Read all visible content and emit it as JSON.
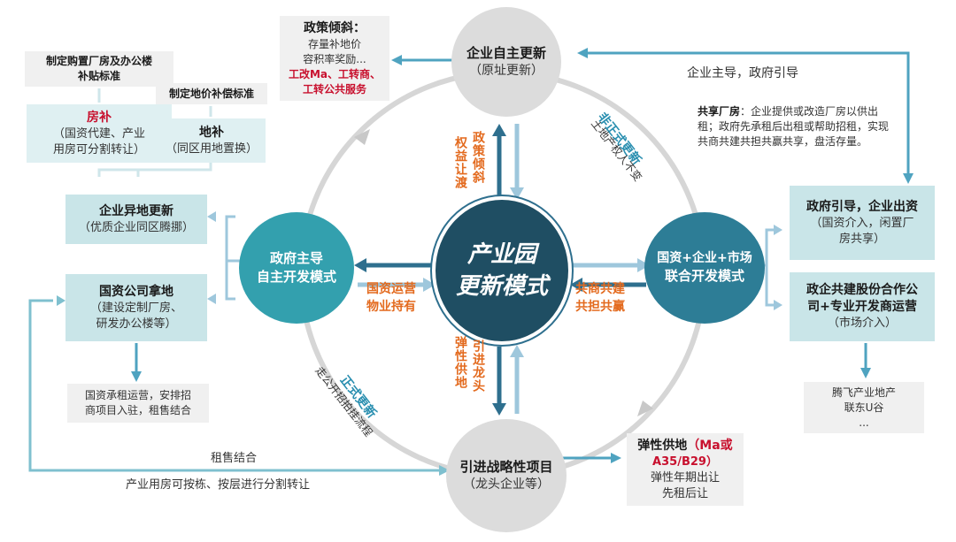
{
  "center": {
    "line1": "产业园",
    "line2": "更新模式"
  },
  "top_node": {
    "title": "企业自主更新",
    "sub": "（原址更新）"
  },
  "left_node": {
    "line1": "政府主导",
    "line2": "自主开发模式"
  },
  "right_node": {
    "line1": "国资+企业+市场",
    "line2": "联合开发模式"
  },
  "bottom_node": {
    "title": "引进战略性项目",
    "sub": "（龙头企业等）"
  },
  "spoke_labels": {
    "top_left": "权益让渡",
    "top_right": "政策倾斜",
    "left_upper": "国资运营",
    "left_lower": "物业持有",
    "right_upper": "共商共建",
    "right_lower": "共担共赢",
    "bottom_left": "弹性供地",
    "bottom_right": "引进龙头"
  },
  "ring_labels": {
    "informal_title": "非正式更新",
    "informal_sub": "土地产权人不变",
    "formal_title": "正式更新",
    "formal_sub": "走公开招拍挂流程"
  },
  "policy_box": {
    "title": "政策倾斜：",
    "line1": "存量补地价",
    "line2": "容积率奖励...",
    "red1": "工改Ma、工转商、",
    "red2": "工转公共服务"
  },
  "top_right_label": "企业主导，政府引导",
  "shared_factory": {
    "bold": "共享厂房",
    "text": "：企业提供或改造厂房以供出租；政府先承租后出租或帮助招租，实现共商共建共担共赢共享，盘活存量。"
  },
  "gov_guide_box": {
    "title": "政府引导，企业出资",
    "sub1": "（国资介入，闲置厂",
    "sub2": "房共享）"
  },
  "joint_box": {
    "title1": "政企共建股份合作公",
    "title2": "司+专业开发商运营",
    "sub": "（市场介入）"
  },
  "tengfei": {
    "line1": "腾飞产业地产",
    "line2": "联东U谷",
    "line3": "..."
  },
  "elastic_box": {
    "red_prefix": "弹性供地",
    "red_suffix": "（Ma或",
    "red2": "A35/B29）",
    "line1": "弹性年期出让",
    "line2": "先租后让"
  },
  "bottom_labels": {
    "line1": "租售结合",
    "line2": "产业用房可按栋、按层进行分割转让"
  },
  "left_top_label1": "制定购置厂房及办公楼",
  "left_top_label2": "补贴标准",
  "left_mid_label": "制定地价补偿标准",
  "fangbu": {
    "title": "房补",
    "sub1": "（国资代建、产业",
    "sub2": "用房可分割转让）"
  },
  "dibu": {
    "title": "地补",
    "sub": "（同区用地置换）"
  },
  "offsite_box": {
    "title": "企业异地更新",
    "sub": "（优质企业同区腾挪）"
  },
  "state_land_box": {
    "title": "国资公司拿地",
    "sub1": "（建设定制厂房、",
    "sub2": "研发办公楼等）"
  },
  "state_lease": {
    "line1": "国资承租运营，安排招",
    "line2": "商项目入驻，租售结合"
  }
}
